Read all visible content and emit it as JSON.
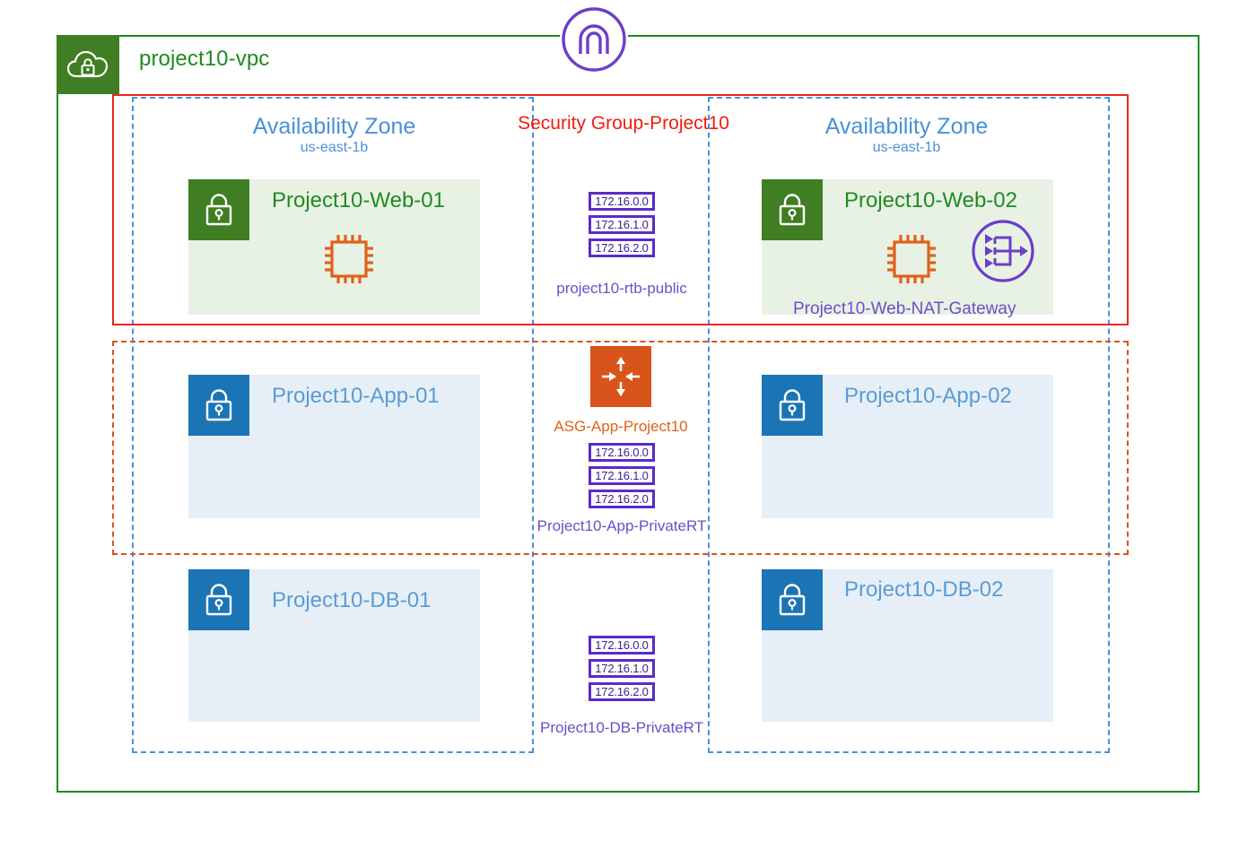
{
  "diagram": {
    "title": "project10-vpc",
    "vpc_border_color": "#1f8a21",
    "internet_gateway": {
      "name": "internet-gateway-icon",
      "color": "#6b3fc9"
    },
    "security_group": {
      "label": "Security Group-Project10",
      "color": "#f01d0e"
    },
    "autoscaling_group": {
      "label": "ASG-App-Project10",
      "color": "#d9541a"
    },
    "availability_zones": [
      {
        "title": "Availability Zone",
        "subtitle": "us-east-1b",
        "color": "#4a90d9"
      },
      {
        "title": "Availability Zone",
        "subtitle": "us-east-1b",
        "color": "#4a90d9"
      }
    ],
    "nodes": {
      "web01": {
        "label": "Project10-Web-01",
        "tier": "public",
        "color": "#1f8a21"
      },
      "web02": {
        "label": "Project10-Web-02",
        "tier": "public",
        "color": "#1f8a21"
      },
      "app01": {
        "label": "Project10-App-01",
        "tier": "private",
        "color": "#5b9bd5"
      },
      "app02": {
        "label": "Project10-App-02",
        "tier": "private",
        "color": "#5b9bd5"
      },
      "db01": {
        "label": "Project10-DB-01",
        "tier": "private",
        "color": "#5b9bd5"
      },
      "db02": {
        "label": "Project10-DB-02",
        "tier": "private",
        "color": "#5b9bd5"
      }
    },
    "nat_gateway": {
      "label": "Project10-Web-NAT-Gateway",
      "color": "#6b4fc9"
    },
    "route_tables": [
      {
        "id": "rtb-public",
        "label": "project10-rtb-public",
        "cidrs": [
          "172.16.0.0",
          "172.16.1.0",
          "172.16.2.0"
        ],
        "color": "#6b4fc9"
      },
      {
        "id": "rtb-app-private",
        "label": "Project10-App-PrivateRT",
        "cidrs": [
          "172.16.0.0",
          "172.16.1.0",
          "172.16.2.0"
        ],
        "color": "#6b4fc9"
      },
      {
        "id": "rtb-db-private",
        "label": "Project10-DB-PrivateRT",
        "cidrs": [
          "172.16.0.0",
          "172.16.1.0",
          "172.16.2.0"
        ],
        "color": "#6b4fc9"
      }
    ]
  }
}
